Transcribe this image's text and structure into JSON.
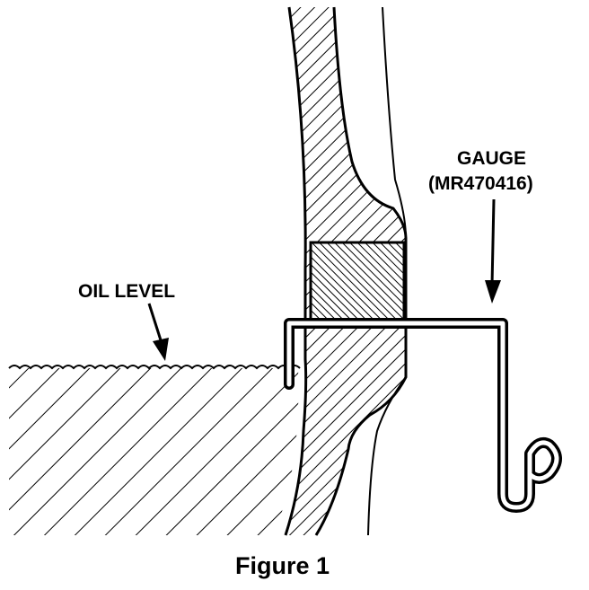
{
  "labels": {
    "gauge_line1": "GAUGE",
    "gauge_line2": "(MR470416)",
    "oil_level": "OIL LEVEL"
  },
  "caption": "Figure 1",
  "colors": {
    "ink": "#000000",
    "background": "#ffffff"
  }
}
